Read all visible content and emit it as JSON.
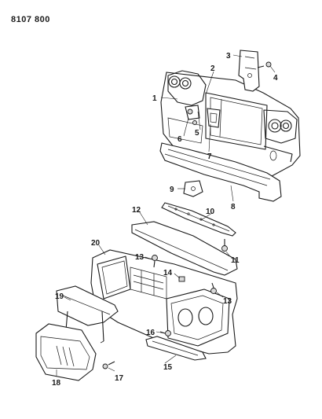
{
  "diagram": {
    "drawing_number": "8107 800"
  },
  "callouts": [
    {
      "id": "c1",
      "label": "1"
    },
    {
      "id": "c2",
      "label": "2"
    },
    {
      "id": "c3",
      "label": "3"
    },
    {
      "id": "c4",
      "label": "4"
    },
    {
      "id": "c5",
      "label": "5"
    },
    {
      "id": "c6",
      "label": "6"
    },
    {
      "id": "c7",
      "label": "7"
    },
    {
      "id": "c8",
      "label": "8"
    },
    {
      "id": "c9",
      "label": "9"
    },
    {
      "id": "c10",
      "label": "10"
    },
    {
      "id": "c11",
      "label": "11"
    },
    {
      "id": "c12",
      "label": "12"
    },
    {
      "id": "c13a",
      "label": "13"
    },
    {
      "id": "c13b",
      "label": "13"
    },
    {
      "id": "c14",
      "label": "14"
    },
    {
      "id": "c15",
      "label": "15"
    },
    {
      "id": "c16",
      "label": "16"
    },
    {
      "id": "c17",
      "label": "17"
    },
    {
      "id": "c18",
      "label": "18"
    },
    {
      "id": "c19",
      "label": "19"
    },
    {
      "id": "c20",
      "label": "20"
    }
  ]
}
